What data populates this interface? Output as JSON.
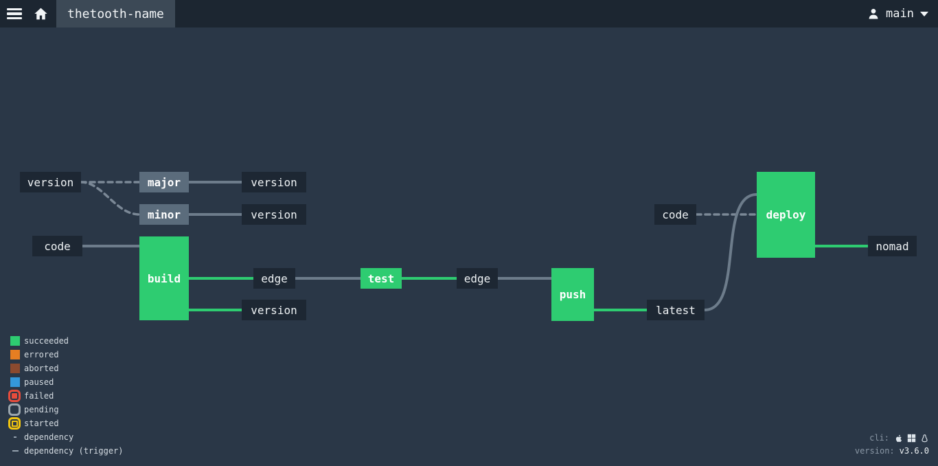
{
  "topbar": {
    "title": "thetooth-name",
    "user": "main"
  },
  "pipeline": {
    "nodes": [
      {
        "label": "version",
        "kind": "resource"
      },
      {
        "label": "major",
        "kind": "job-pending"
      },
      {
        "label": "version",
        "kind": "resource"
      },
      {
        "label": "minor",
        "kind": "job-pending"
      },
      {
        "label": "version",
        "kind": "resource"
      },
      {
        "label": "code",
        "kind": "resource"
      },
      {
        "label": "build",
        "kind": "job-succeeded"
      },
      {
        "label": "edge",
        "kind": "resource"
      },
      {
        "label": "version",
        "kind": "resource"
      },
      {
        "label": "test",
        "kind": "job-succeeded"
      },
      {
        "label": "edge",
        "kind": "resource"
      },
      {
        "label": "push",
        "kind": "job-succeeded"
      },
      {
        "label": "latest",
        "kind": "resource"
      },
      {
        "label": "code",
        "kind": "resource"
      },
      {
        "label": "deploy",
        "kind": "job-succeeded"
      },
      {
        "label": "nomad",
        "kind": "resource"
      }
    ]
  },
  "legend": {
    "items": [
      {
        "label": "succeeded",
        "swatch": "green-square"
      },
      {
        "label": "errored",
        "swatch": "orange-square"
      },
      {
        "label": "aborted",
        "swatch": "brown-square"
      },
      {
        "label": "paused",
        "swatch": "blue-square"
      },
      {
        "label": "failed",
        "swatch": "red-ring"
      },
      {
        "label": "pending",
        "swatch": "gray-ring"
      },
      {
        "label": "started",
        "swatch": "yellow-ring"
      },
      {
        "label": "dependency",
        "swatch": "solid-line"
      },
      {
        "label": "dependency (trigger)",
        "swatch": "dashed-line"
      }
    ]
  },
  "footer": {
    "cli_label": "cli:",
    "version_label": "version:",
    "version_value": "v3.6.0"
  },
  "colors": {
    "succeeded": "#2ecc71",
    "errored": "#e67e22",
    "aborted": "#8b4a2f",
    "paused": "#3498db",
    "failed": "#e74c3c",
    "pending_ring": "#9aa5ad",
    "started": "#f1c40f",
    "background": "#2a3747",
    "topbar": "#1c2631",
    "resource_box": "#1d2733",
    "pending_job_box": "#5b6c7c",
    "line_gray": "#6d7c8b",
    "line_green": "#2ecc71"
  }
}
